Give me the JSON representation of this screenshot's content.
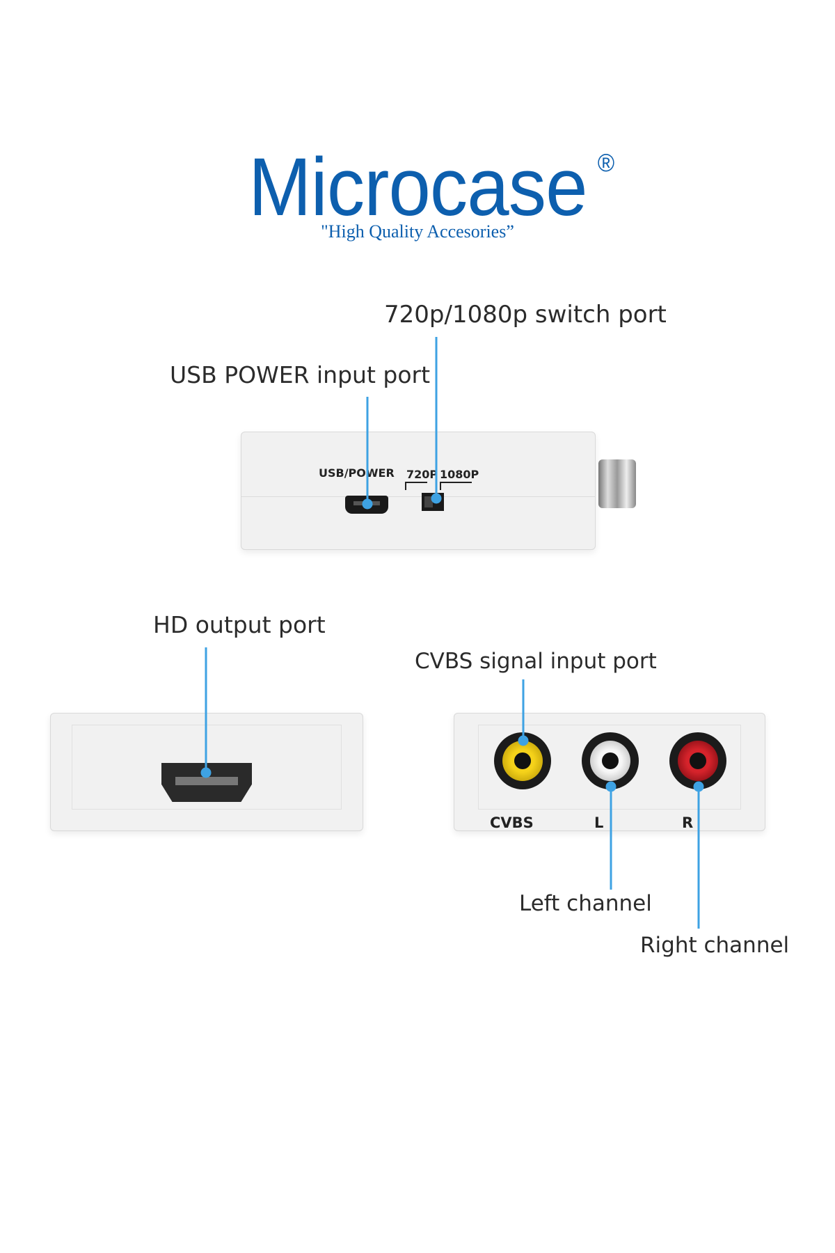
{
  "brand": {
    "name": "Microcase",
    "registered_mark": "®",
    "tagline": "\"High Quality Accesories”",
    "color": "#0d5fae"
  },
  "callouts": {
    "switch_port": "720p/1080p switch port",
    "usb_power": "USB POWER input port",
    "hd_output": "HD output port",
    "cvbs_input": "CVBS signal input port",
    "left_channel": "Left channel",
    "right_channel": "Right channel"
  },
  "device_labels": {
    "usb_power": "USB/POWER",
    "p720": "720P",
    "p1080": "1080P",
    "cvbs": "CVBS",
    "left": "L",
    "right": "R"
  },
  "colors": {
    "leader_line": "#3ea2e3",
    "jack_yellow": "#f5d21a",
    "jack_white": "#f6f6f6",
    "jack_red": "#d5232b"
  }
}
